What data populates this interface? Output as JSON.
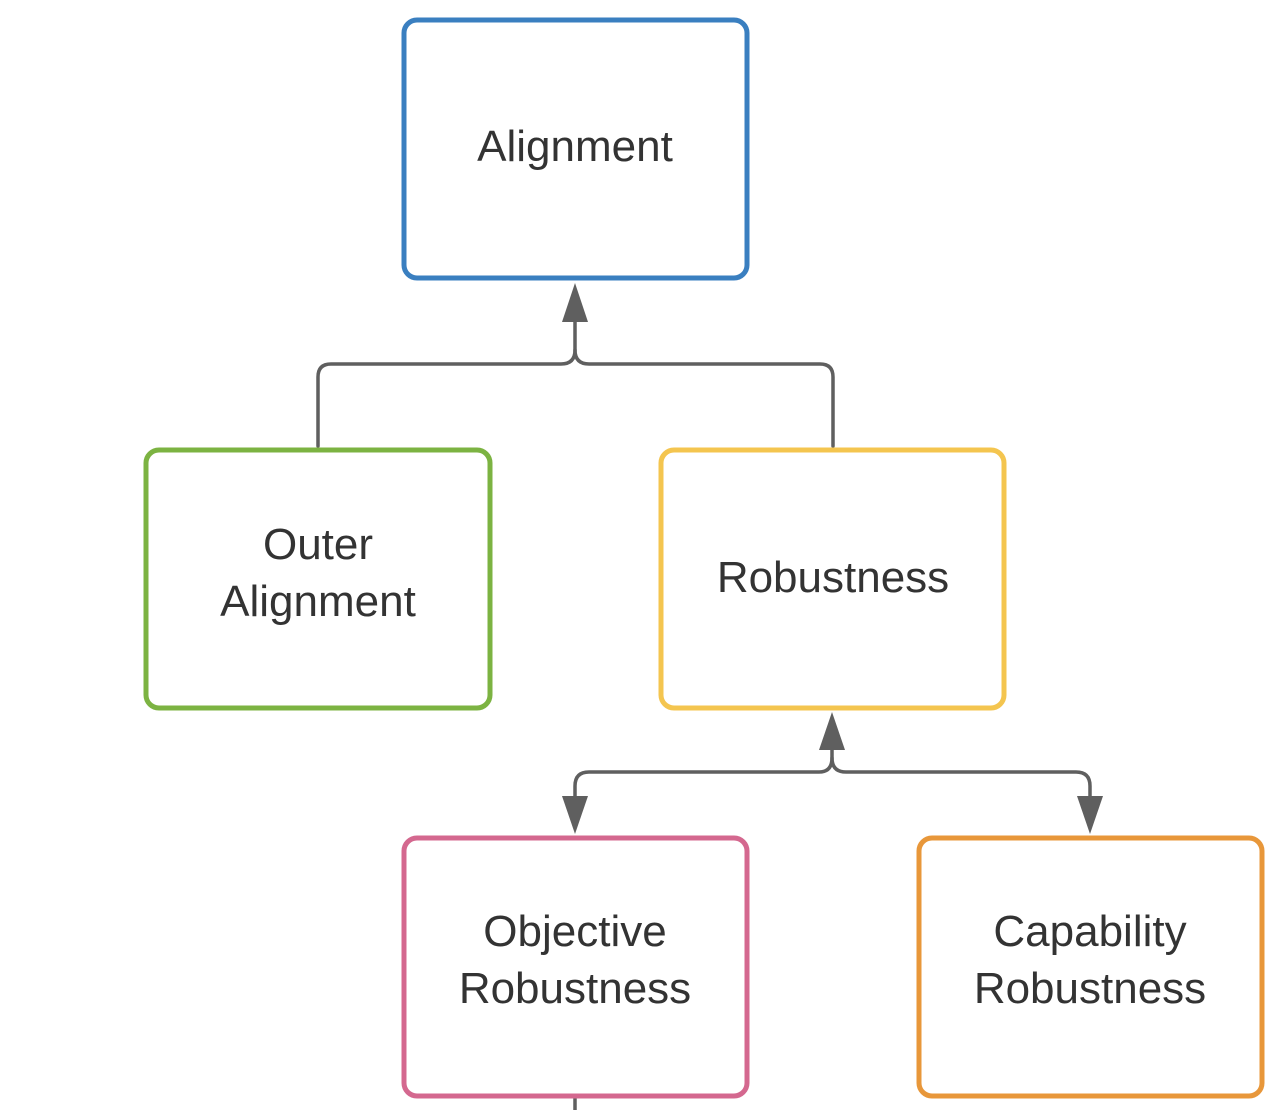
{
  "diagram": {
    "nodes": {
      "alignment": {
        "label": "Alignment",
        "color": "#3a7fc0"
      },
      "outer_alignment": {
        "label_line1": "Outer",
        "label_line2": "Alignment",
        "color": "#7cb342"
      },
      "robustness": {
        "label": "Robustness",
        "color": "#f4c54f"
      },
      "objective_robustness": {
        "label_line1": "Objective",
        "label_line2": "Robustness",
        "color": "#d4688f"
      },
      "capability_robustness": {
        "label_line1": "Capability",
        "label_line2": "Robustness",
        "color": "#e8973a"
      }
    },
    "edges": [
      {
        "from": "outer_alignment",
        "to": "alignment"
      },
      {
        "from": "robustness",
        "to": "alignment"
      },
      {
        "from": "objective_robustness",
        "to": "robustness"
      },
      {
        "from": "capability_robustness",
        "to": "robustness"
      }
    ],
    "connector_color": "#5f5f5f",
    "label_color": "#333333"
  }
}
